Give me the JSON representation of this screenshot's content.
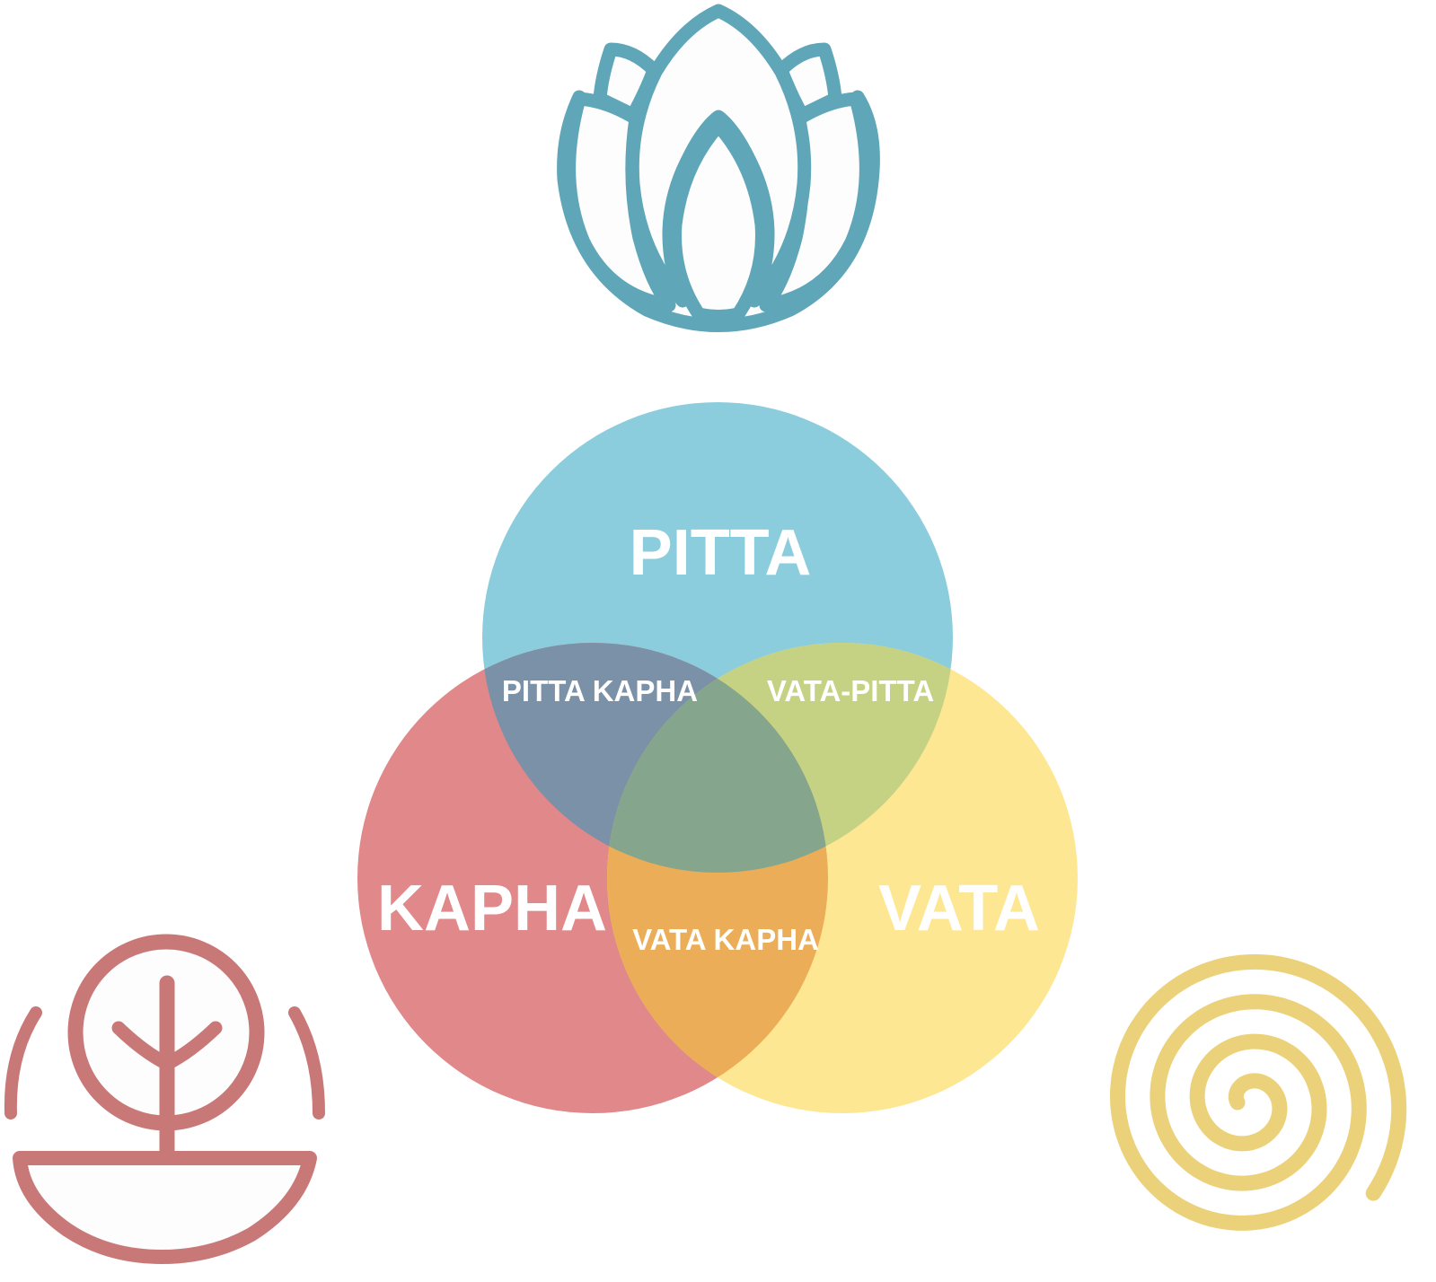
{
  "diagram": {
    "circles": {
      "pitta": {
        "label": "PITTA",
        "color": "#8ccddd"
      },
      "kapha": {
        "label": "KAPHA",
        "color": "#e0888a"
      },
      "vata": {
        "label": "VATA",
        "color": "#fde793"
      }
    },
    "overlaps": {
      "pitta_kapha": {
        "label": "PITTA KAPHA",
        "color": "#7b91a8"
      },
      "vata_pitta": {
        "label": "VATA-PITTA",
        "color": "#c5d284"
      },
      "vata_kapha": {
        "label": "VATA KAPHA",
        "color": "#ebad57"
      },
      "center": {
        "color": "#85a68c"
      }
    }
  },
  "icons": {
    "lotus": {
      "name": "lotus-icon",
      "color": "#5ea6b8"
    },
    "plant": {
      "name": "plant-bowl-icon",
      "color": "#c97878"
    },
    "spiral": {
      "name": "spiral-icon",
      "color": "#ebd27a"
    }
  }
}
